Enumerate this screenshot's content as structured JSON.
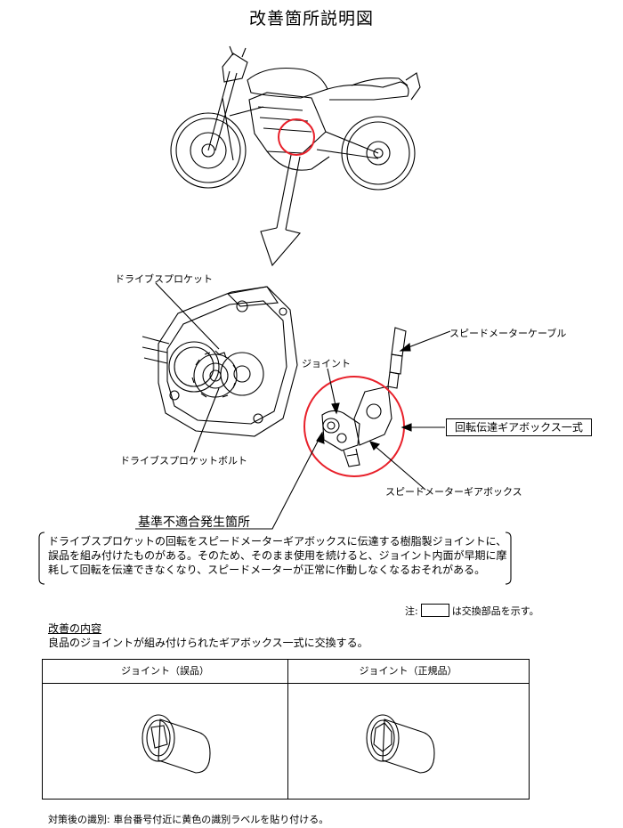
{
  "title": "改善箇所説明図",
  "labels": {
    "drive_sprocket": "ドライブスプロケット",
    "drive_sprocket_bolt": "ドライブスプロケットボルト",
    "speedometer_cable": "スピードメーターケーブル",
    "joint": "ジョイント",
    "gearbox_assembly": "回転伝達ギアボックス一式",
    "speedometer_gearbox": "スピードメーターギアボックス",
    "nonconformity_location": "基準不適合発生箇所"
  },
  "description": "ドライブスプロケットの回転をスピードメーターギアボックスに伝達する樹脂製ジョイントに、誤品を組み付けたものがある。そのため、そのまま使用を続けると、ジョイント内面が早期に摩耗して回転を伝達できなくなり、スピードメーターが正常に作動しなくなるおそれがある。",
  "note": {
    "prefix": "注:",
    "suffix": "は交換部品を示す。"
  },
  "improvement": {
    "heading": "改善の内容",
    "body": "良品のジョイントが組み付けられたギアボックス一式に交換する。"
  },
  "table": {
    "col_wrong": "ジョイント（誤品）",
    "col_right": "ジョイント（正規品）"
  },
  "footer": "対策後の識別: 車台番号付近に黄色の識別ラベルを貼り付ける。",
  "colors": {
    "highlight": "#e8202a",
    "line": "#000000"
  }
}
